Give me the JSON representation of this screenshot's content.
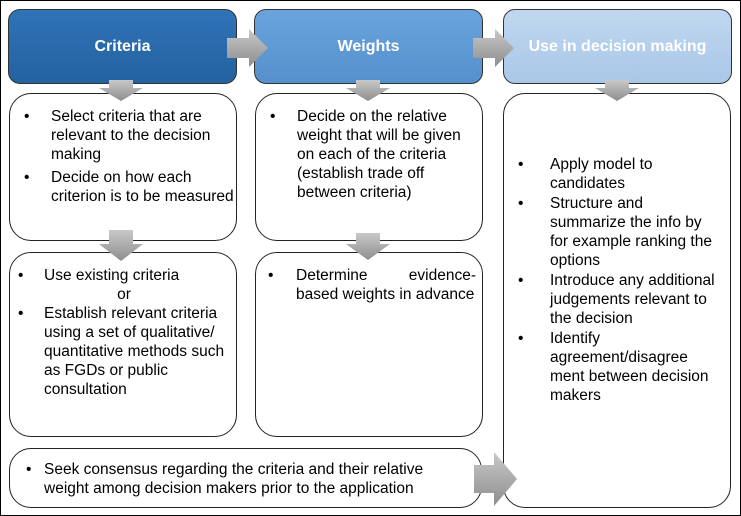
{
  "headers": {
    "criteria": "Criteria",
    "weights": "Weights",
    "use": "Use in decision making"
  },
  "criteria_top": {
    "items": [
      "Select criteria that are relevant to the decision making",
      "Decide on how each criterion  is to be measured"
    ]
  },
  "weights_top": {
    "items": [
      "Decide on the relative weight that will be given on each of the criteria (establish trade off between criteria)"
    ]
  },
  "criteria_bottom": {
    "item1": "Use existing criteria",
    "or": "or",
    "item2": "Establish relevant criteria using a set of qualitative/ quantitative methods such as FGDs or public consultation"
  },
  "weights_bottom": {
    "items": [
      "Determine evidence-based weights in advance"
    ]
  },
  "use_box": {
    "items": [
      "Apply model to candidates",
      "Structure and summarize the info by for example ranking the options",
      "Introduce any additional judgements relevant to the decision",
      "Identify agreement/disagree ment between decision makers"
    ]
  },
  "consensus": {
    "item": "Seek consensus regarding the criteria and their relative weight among decision makers prior to the application"
  },
  "bullet": "•",
  "colors": {
    "criteria_header": "#2a6aac",
    "weights_header": "#5f9ad6",
    "use_header": "#b4cfec",
    "arrow": "#a6a6a6"
  }
}
